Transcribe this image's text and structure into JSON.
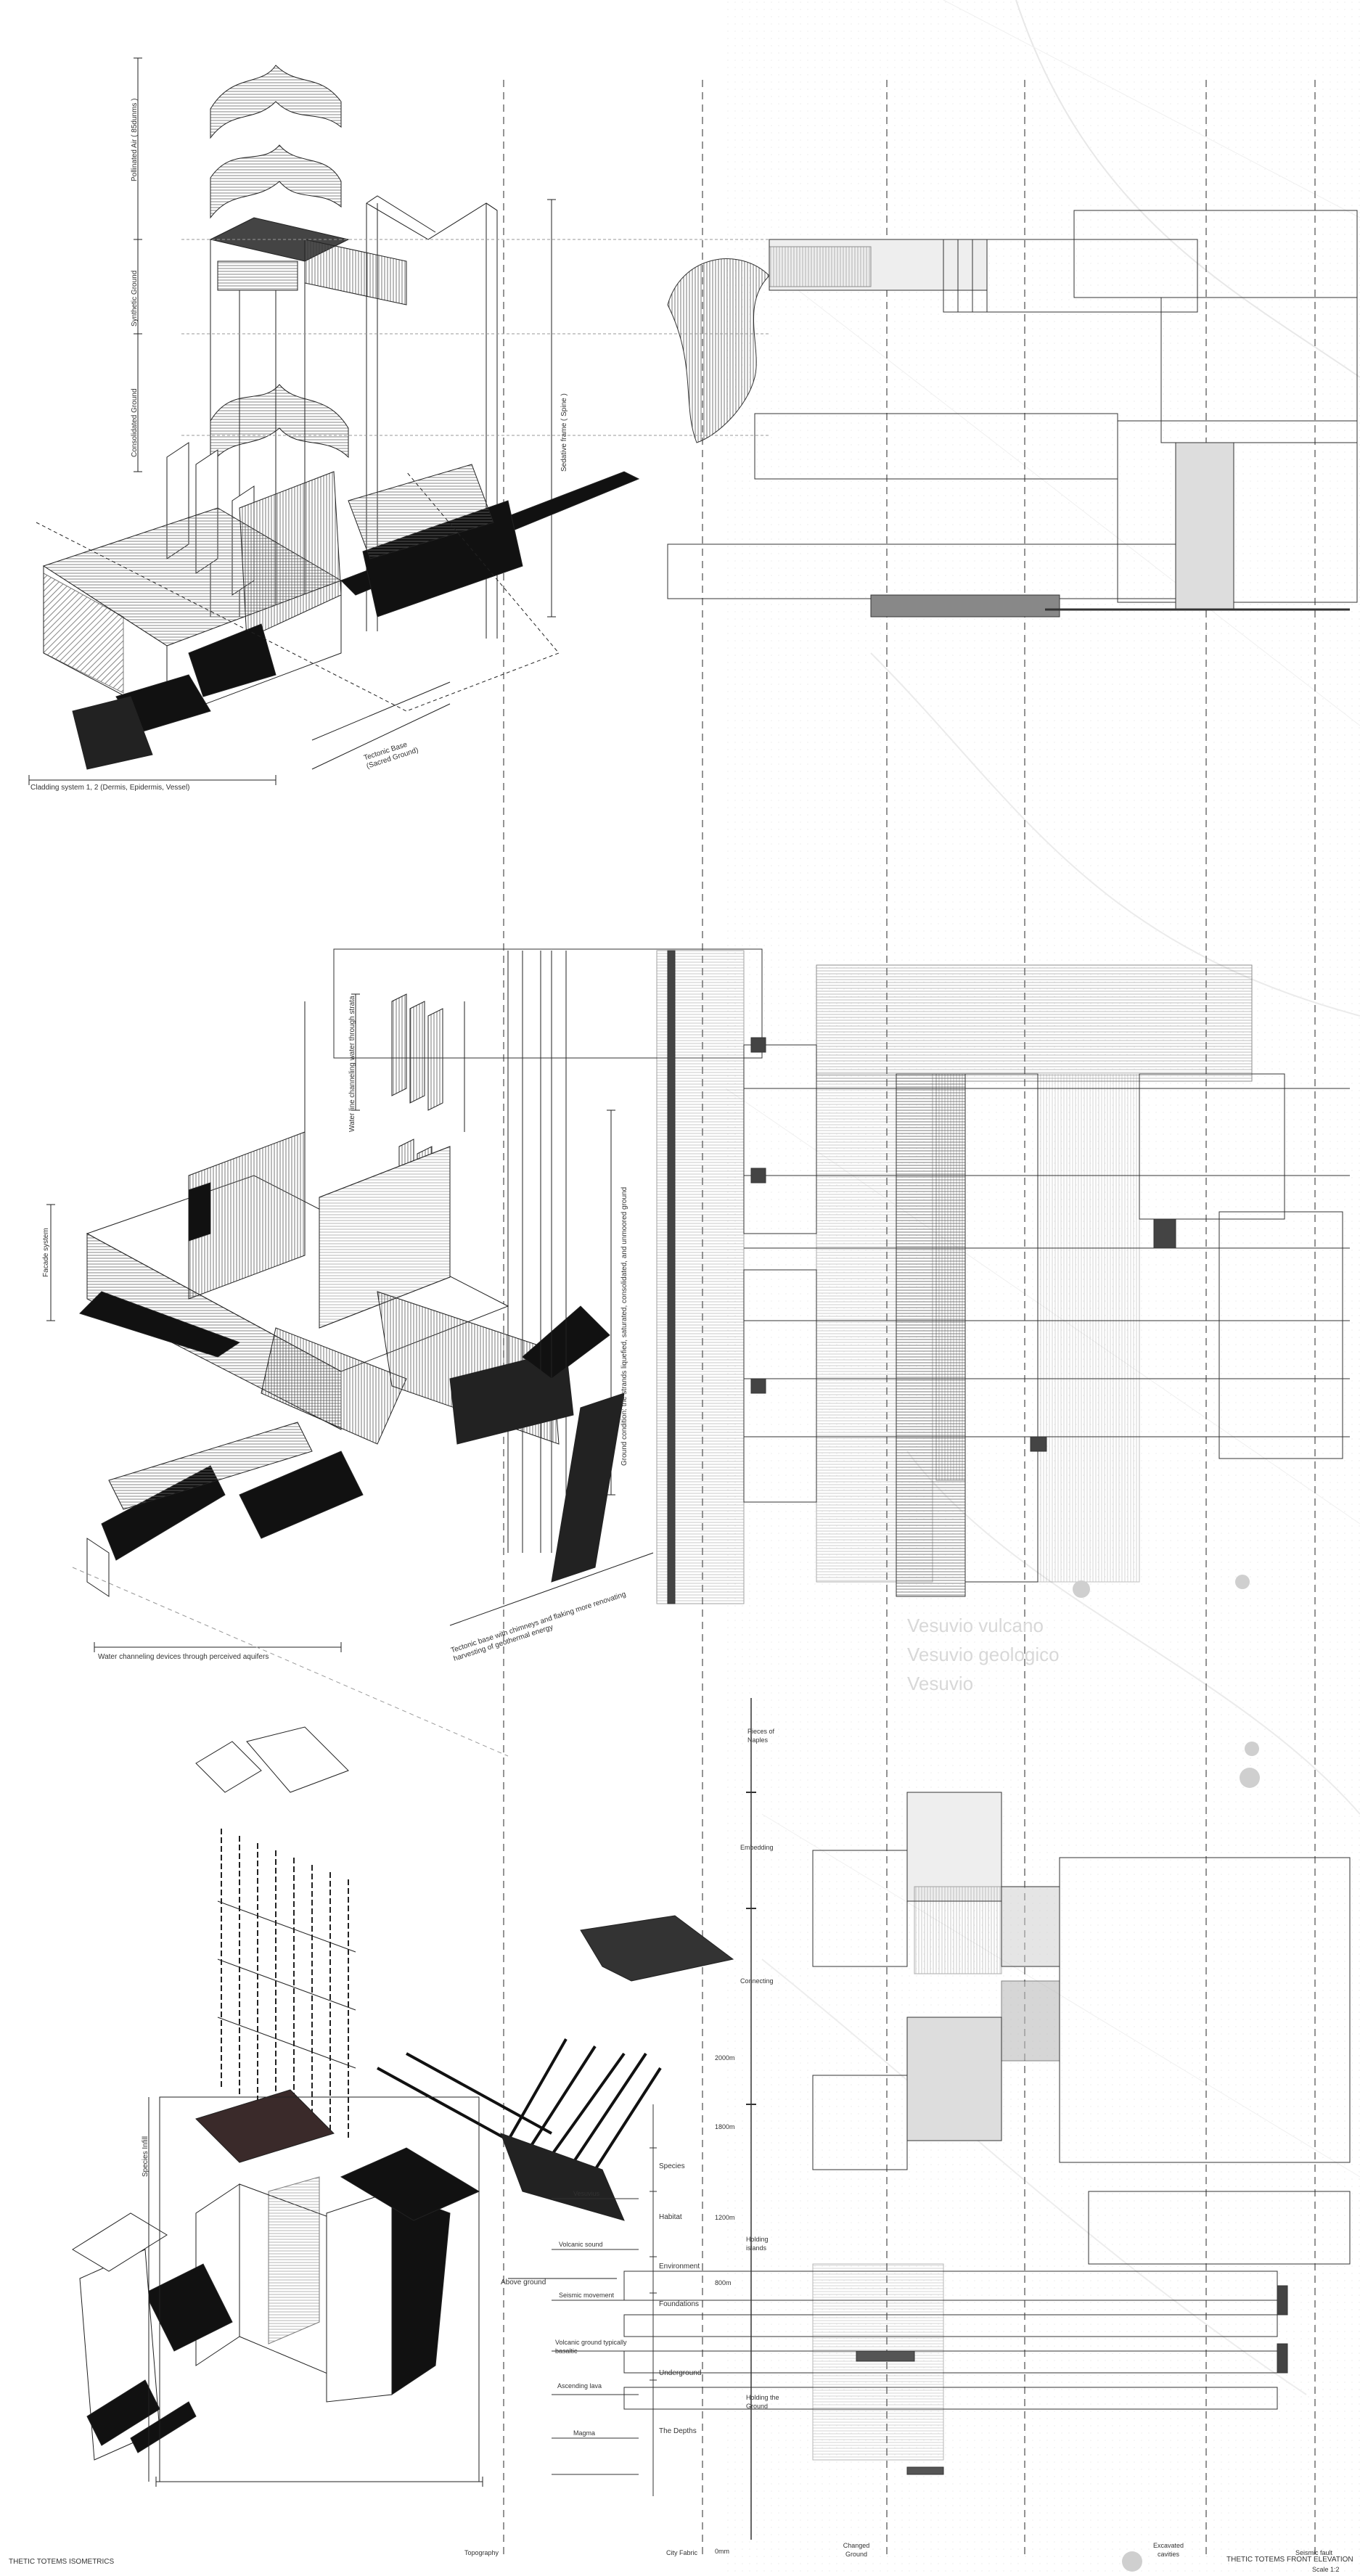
{
  "labels": {
    "pollinated_air": "Pollinated Air  ( 85dunms )",
    "synthetic_ground": "Synthetic Ground",
    "consolidated_ground": "Consolidated Ground",
    "sedative_frame": "Sedative frame ( Spine )",
    "tectonic_base": "Tectonic Base\n(Sacred Ground)",
    "cladding": "Cladding system 1, 2 (Dermis, Epidermis, Vessel)",
    "water_lines": "Water line channeling water through strata",
    "facade": "Facade system",
    "ground_condition": "Ground condition: the strands liquefied, saturated, consolidated, and unmoored ground",
    "water_devices": "Water channeling devices through perceived aquifers",
    "tectonic_folds": "Tectonic base with chimneys and flaking more renovating harvesting of geothermal energy",
    "species_infill": "Species Infill",
    "above_ground": "Above ground",
    "vesuvio_text_1": "Vesuvio vulcano",
    "vesuvio_text_2": "Vesuvio geologico",
    "vesuvio_text_3": "Vesuvio"
  },
  "timeline": {
    "pieces_of_naples": "Pieces of Naples",
    "embedding": "Embedding",
    "connecting": "Connecting",
    "m2000": "2000m",
    "m1800": "1800m",
    "m1200": "1200m",
    "m800": "800m",
    "holding_islands": "Holding islands",
    "holding_ground": "Holding the Ground",
    "m0": "0mm"
  },
  "strata": {
    "species": "Species",
    "habitat": "Habitat",
    "environment": "Environment",
    "foundations": "Foundations",
    "underground": "Underground",
    "the_depths": "The Depths",
    "vesuvius": "Vesuvius",
    "volcanic_sound": "Volcanic sound",
    "seismic_movement": "Seismic movement",
    "volcanic_ground": "Volcanic ground typically basaltic",
    "ascending_lava": "Ascending lava",
    "magma": "Magma"
  },
  "bottom": {
    "left_title": "THETIC TOTEMS ISOMETRICS",
    "topography": "Topography",
    "city_fabric": "City Fabric",
    "changed_ground": "Changed Ground",
    "excavated_cavities": "Excavated cavities",
    "seismic_fault": "Seismic fault",
    "right_title": "THETIC TOTEMS FRONT ELEVATION",
    "scale": "Scale 1:2"
  }
}
